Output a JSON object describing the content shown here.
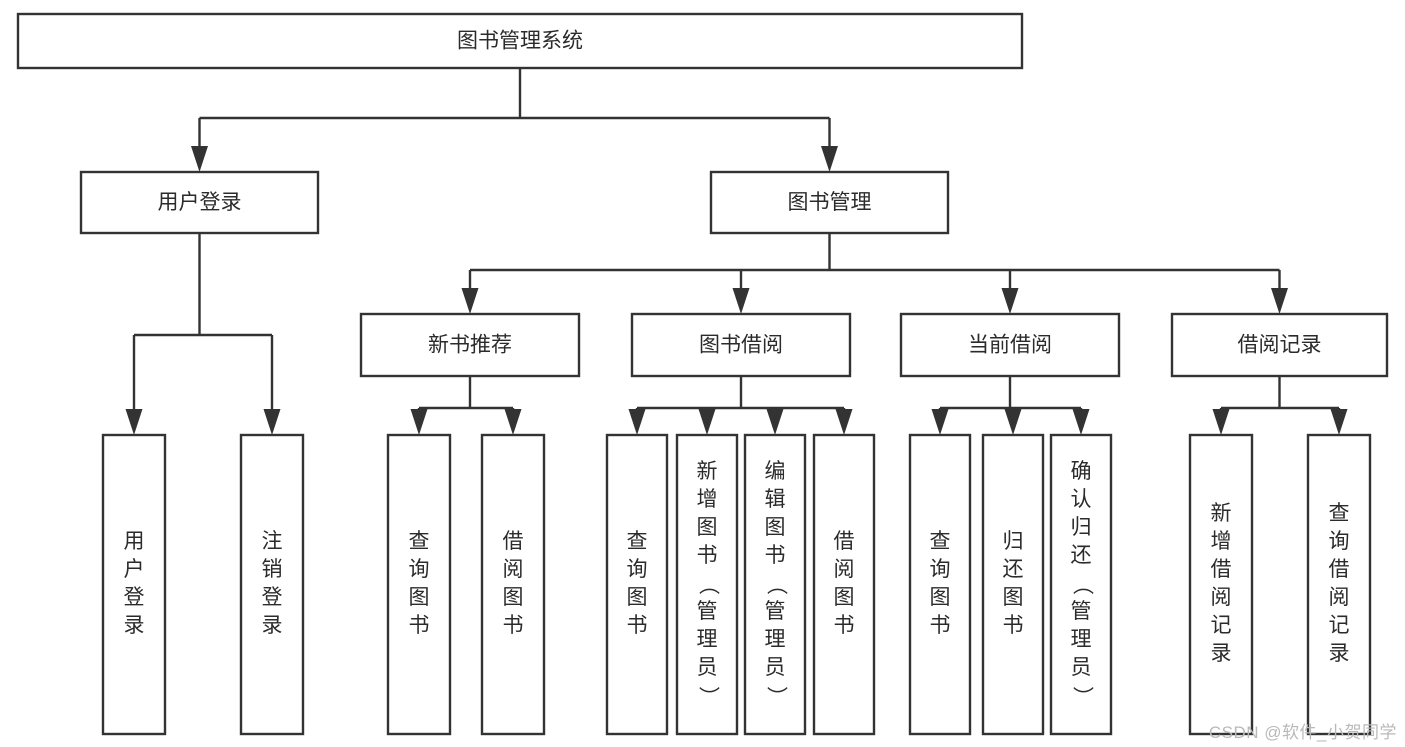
{
  "diagram": {
    "title": "图书管理系统",
    "type": "tree-hierarchy-diagram",
    "watermark": "CSDN @软件_小贺同学",
    "colors": {
      "stroke": "#333333",
      "box_fill": "#ffffff",
      "text": "#2b2b2b",
      "background": "#ffffff",
      "watermark": "#b9b9b9"
    },
    "nodes": {
      "root": {
        "label": "图书管理系统",
        "level": 0,
        "orientation": "horizontal"
      },
      "user_login": {
        "label": "用户登录",
        "level": 1,
        "orientation": "horizontal"
      },
      "book_manage": {
        "label": "图书管理",
        "level": 1,
        "orientation": "horizontal"
      },
      "new_book_rec": {
        "label": "新书推荐",
        "level": 2,
        "orientation": "horizontal"
      },
      "book_borrow": {
        "label": "图书借阅",
        "level": 2,
        "orientation": "horizontal"
      },
      "current_borrow": {
        "label": "当前借阅",
        "level": 2,
        "orientation": "horizontal"
      },
      "borrow_record": {
        "label": "借阅记录",
        "level": 2,
        "orientation": "horizontal"
      },
      "leaf_user_login": {
        "label": "用户登录",
        "level": 3,
        "orientation": "vertical"
      },
      "leaf_logout": {
        "label": "注销登录",
        "level": 3,
        "orientation": "vertical"
      },
      "leaf_query_book_1": {
        "label": "查询图书",
        "level": 3,
        "orientation": "vertical"
      },
      "leaf_borrow_book_1": {
        "label": "借阅图书",
        "level": 3,
        "orientation": "vertical"
      },
      "leaf_query_book_2": {
        "label": "查询图书",
        "level": 3,
        "orientation": "vertical"
      },
      "leaf_add_book": {
        "label": "新增图书（管理员）",
        "level": 3,
        "orientation": "vertical"
      },
      "leaf_edit_book": {
        "label": "编辑图书（管理员）",
        "level": 3,
        "orientation": "vertical"
      },
      "leaf_borrow_book_2": {
        "label": "借阅图书",
        "level": 3,
        "orientation": "vertical"
      },
      "leaf_query_book_3": {
        "label": "查询图书",
        "level": 3,
        "orientation": "vertical"
      },
      "leaf_return_book": {
        "label": "归还图书",
        "level": 3,
        "orientation": "vertical"
      },
      "leaf_confirm_return": {
        "label": "确认归还（管理员）",
        "level": 3,
        "orientation": "vertical"
      },
      "leaf_add_record": {
        "label": "新增借阅记录",
        "level": 3,
        "orientation": "vertical"
      },
      "leaf_query_record": {
        "label": "查询借阅记录",
        "level": 3,
        "orientation": "vertical"
      }
    },
    "edges": [
      {
        "from": "root",
        "to": "user_login"
      },
      {
        "from": "root",
        "to": "book_manage"
      },
      {
        "from": "user_login",
        "to": "leaf_user_login"
      },
      {
        "from": "user_login",
        "to": "leaf_logout"
      },
      {
        "from": "book_manage",
        "to": "new_book_rec"
      },
      {
        "from": "book_manage",
        "to": "book_borrow"
      },
      {
        "from": "book_manage",
        "to": "current_borrow"
      },
      {
        "from": "book_manage",
        "to": "borrow_record"
      },
      {
        "from": "new_book_rec",
        "to": "leaf_query_book_1"
      },
      {
        "from": "new_book_rec",
        "to": "leaf_borrow_book_1"
      },
      {
        "from": "book_borrow",
        "to": "leaf_query_book_2"
      },
      {
        "from": "book_borrow",
        "to": "leaf_add_book"
      },
      {
        "from": "book_borrow",
        "to": "leaf_edit_book"
      },
      {
        "from": "book_borrow",
        "to": "leaf_borrow_book_2"
      },
      {
        "from": "current_borrow",
        "to": "leaf_query_book_3"
      },
      {
        "from": "current_borrow",
        "to": "leaf_return_book"
      },
      {
        "from": "current_borrow",
        "to": "leaf_confirm_return"
      },
      {
        "from": "borrow_record",
        "to": "leaf_add_record"
      },
      {
        "from": "borrow_record",
        "to": "leaf_query_record"
      }
    ]
  }
}
